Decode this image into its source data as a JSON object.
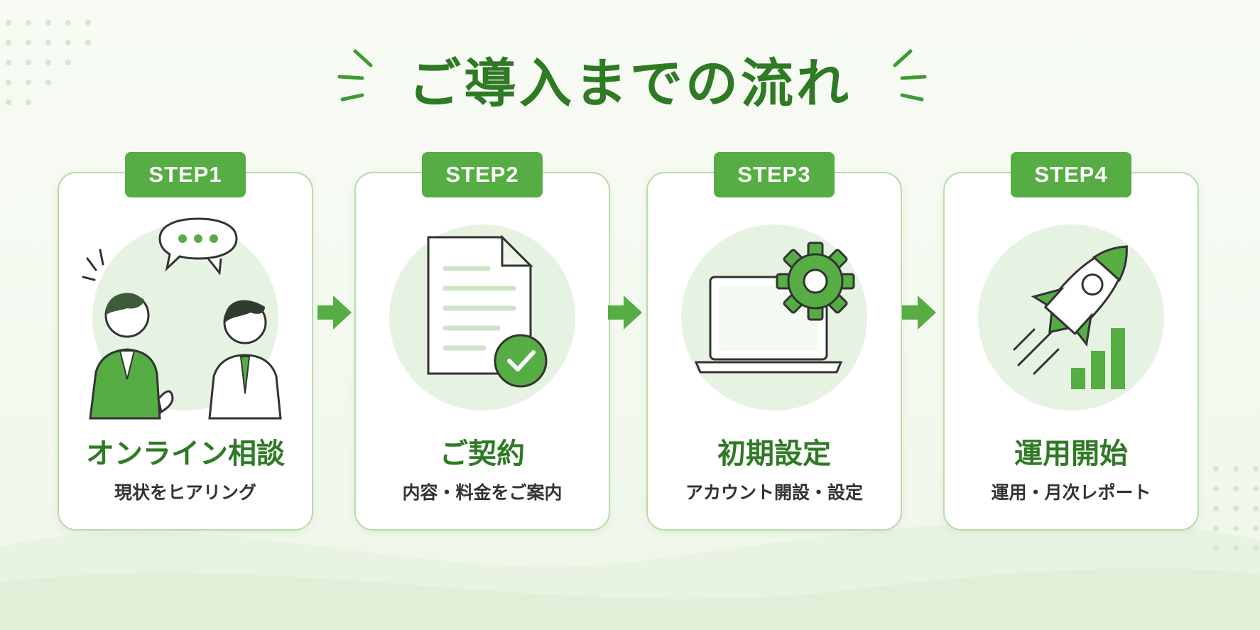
{
  "title": "ご導入までの流れ",
  "colors": {
    "accent": "#56ad44",
    "heading": "#2f7a25",
    "card_border": "#b6dca8",
    "circle_bg": "#e7f3e2"
  },
  "steps": [
    {
      "badge": "STEP1",
      "title": "オンライン相談",
      "desc": "現状をヒアリング",
      "icon": "consultation-icon"
    },
    {
      "badge": "STEP2",
      "title": "ご契約",
      "desc": "内容・料金をご案内",
      "icon": "contract-document-icon"
    },
    {
      "badge": "STEP3",
      "title": "初期設定",
      "desc": "アカウント開設・設定",
      "icon": "laptop-gear-icon"
    },
    {
      "badge": "STEP4",
      "title": "運用開始",
      "desc": "運用・月次レポート",
      "icon": "rocket-growth-icon"
    }
  ]
}
